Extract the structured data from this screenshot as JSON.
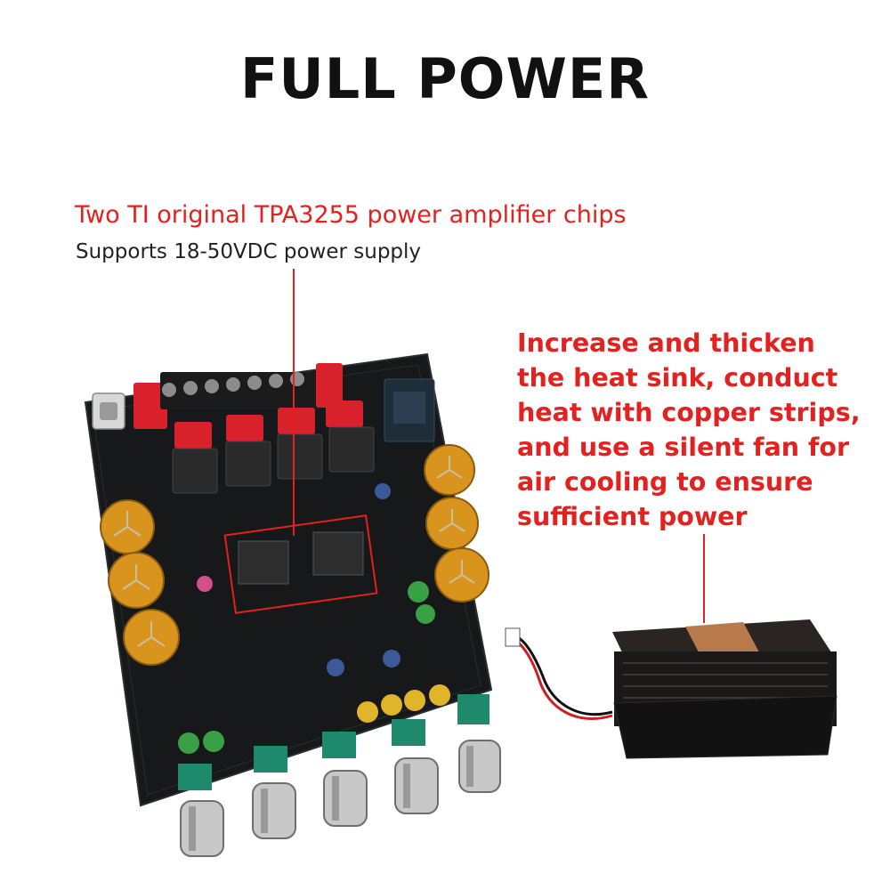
{
  "title": "FULL POWER",
  "chip_callout": {
    "heading": "Two TI original TPA3255 power amplifier chips",
    "subheading": "Supports 18-50VDC power supply"
  },
  "fan_callout": {
    "lines": [
      "Increase and thicken",
      "the heat sink, conduct",
      "heat with copper strips,",
      "and use a silent fan for",
      "air cooling to ensure",
      "sufficient power"
    ]
  },
  "colors": {
    "accent": "#e3211f",
    "text": "#111111",
    "board": "#16181a",
    "capacitor": "#d9941e",
    "copper": "#b87a4b"
  }
}
